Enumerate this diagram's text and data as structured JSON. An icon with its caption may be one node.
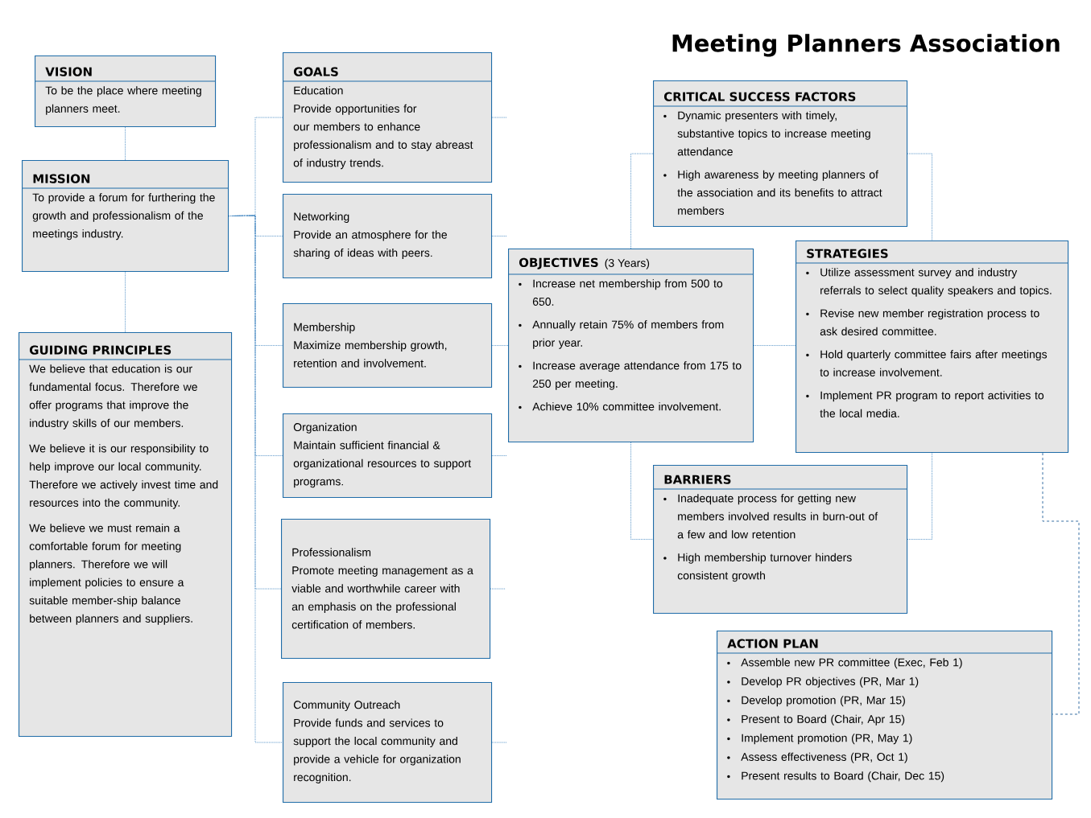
{
  "diagram": {
    "title": "Meeting Planners Association",
    "nodes": [
      {
        "text": [
          "VISION",
          "To be the place where meeting planners meet."
        ]
      },
      {
        "text": [
          "MISSION",
          "To provide a forum for furthering the growth and professionalism of the meetings industry."
        ]
      },
      {
        "text": [
          "GUIDING PRINCIPLES",
          "We believe that education is our fundamental focus. Therefore we offer programs that improve the industry skills of our members.",
          "We believe it is our responsibility to help improve our local community. Therefore we actively invest time and resources into the community.",
          "We believe we must remain a comfortable forum for meeting planners. Therefore we will implement policies to ensure a suitable member-ship balance between planners and suppliers."
        ]
      },
      {
        "text": [
          "GOALS",
          "Education",
          "Provide opportunities for our members to enhance professionalism and to stay abreast of industry trends."
        ]
      },
      {
        "text": [
          "Networking",
          "Provide an atmosphere for the sharing of ideas with peers."
        ]
      },
      {
        "text": [
          "Membership",
          "Maximize membership growth, retention and involvement."
        ]
      },
      {
        "text": [
          "Organization",
          "Maintain sufficient financial & organizational resources to support programs."
        ]
      },
      {
        "text": [
          "Professionalism",
          "Promote meeting management as a viable and worthwhile career with an emphasis on the professional certification of members."
        ]
      },
      {
        "text": [
          "Community Outreach",
          "Provide funds and services to support the local community and provide a vehicle for organization recognition."
        ]
      },
      {
        "text": [
          "CRITICAL SUCCESS FACTORS",
          "Dynamic presenters with timely, substantive topics to increase meeting attendance",
          "High awareness by meeting planners of the association and its benefits to attract members"
        ]
      },
      {
        "text": [
          "OBJECTIVES",
          "(3 Years)",
          "Increase net membership from 500 to 650.",
          "Annually retain 75% of members from prior year.",
          "Increase average attendance from 175 to 250 per meeting.",
          "Achieve 10% committee involvement."
        ]
      },
      {
        "text": [
          "STRATEGIES",
          "Utilize assessment survey and industry referrals to select quality speakers and topics.",
          "Revise new member registration process to ask desired committee.",
          "Hold quarterly committee fairs after meetings to increase involvement.",
          "Implement PR program to report activities to the local media."
        ]
      },
      {
        "text": [
          "BARRIERS",
          "Inadequate process for getting new members involved results in burn-out of a few and low retention",
          "High membership turnover hinders consistent growth"
        ]
      },
      {
        "text": [
          "ACTION PLAN",
          "Assemble new PR committee (Exec, Feb 1)",
          "Develop PR objectives (PR, Mar 1)",
          "Develop promotion (PR, Mar 15)",
          "Present to Board (Chair, Apr 15)",
          "Implement promotion (PR, May 1)",
          "Assess effectiveness (PR, Oct 1)",
          "Present results to Board (Chair, Dec 15)"
        ]
      }
    ],
    "edges": [
      {
        "from": 0,
        "to": 1,
        "arrow": "none"
      },
      {
        "from": 1,
        "to": 2,
        "arrow": "none"
      },
      {
        "from": 1,
        "to": 3,
        "arrow": "none"
      },
      {
        "from": 1,
        "to": 4,
        "arrow": "none"
      },
      {
        "from": 1,
        "to": 5,
        "arrow": "none"
      },
      {
        "from": 1,
        "to": 6,
        "arrow": "none"
      },
      {
        "from": 1,
        "to": 7,
        "arrow": "none"
      },
      {
        "from": 1,
        "to": 8,
        "arrow": "none"
      },
      {
        "from": 3,
        "to": null,
        "arrow": "none"
      },
      {
        "from": 4,
        "to": null,
        "arrow": "none"
      },
      {
        "from": 5,
        "to": 10,
        "arrow": "none"
      },
      {
        "from": 6,
        "to": null,
        "arrow": "none"
      },
      {
        "from": 7,
        "to": null,
        "arrow": "none"
      },
      {
        "from": 8,
        "to": null,
        "arrow": "none"
      },
      {
        "from": 10,
        "to": 9,
        "arrow": "none"
      },
      {
        "from": 10,
        "to": 12,
        "arrow": "none"
      },
      {
        "from": 10,
        "to": 11,
        "arrow": "none"
      },
      {
        "from": 9,
        "to": 11,
        "arrow": "none"
      },
      {
        "from": 12,
        "to": 11,
        "arrow": "none"
      },
      {
        "from": 11,
        "to": 13,
        "arrow": "none",
        "style": "dashed",
        "color": "#1f5f99"
      }
    ]
  }
}
